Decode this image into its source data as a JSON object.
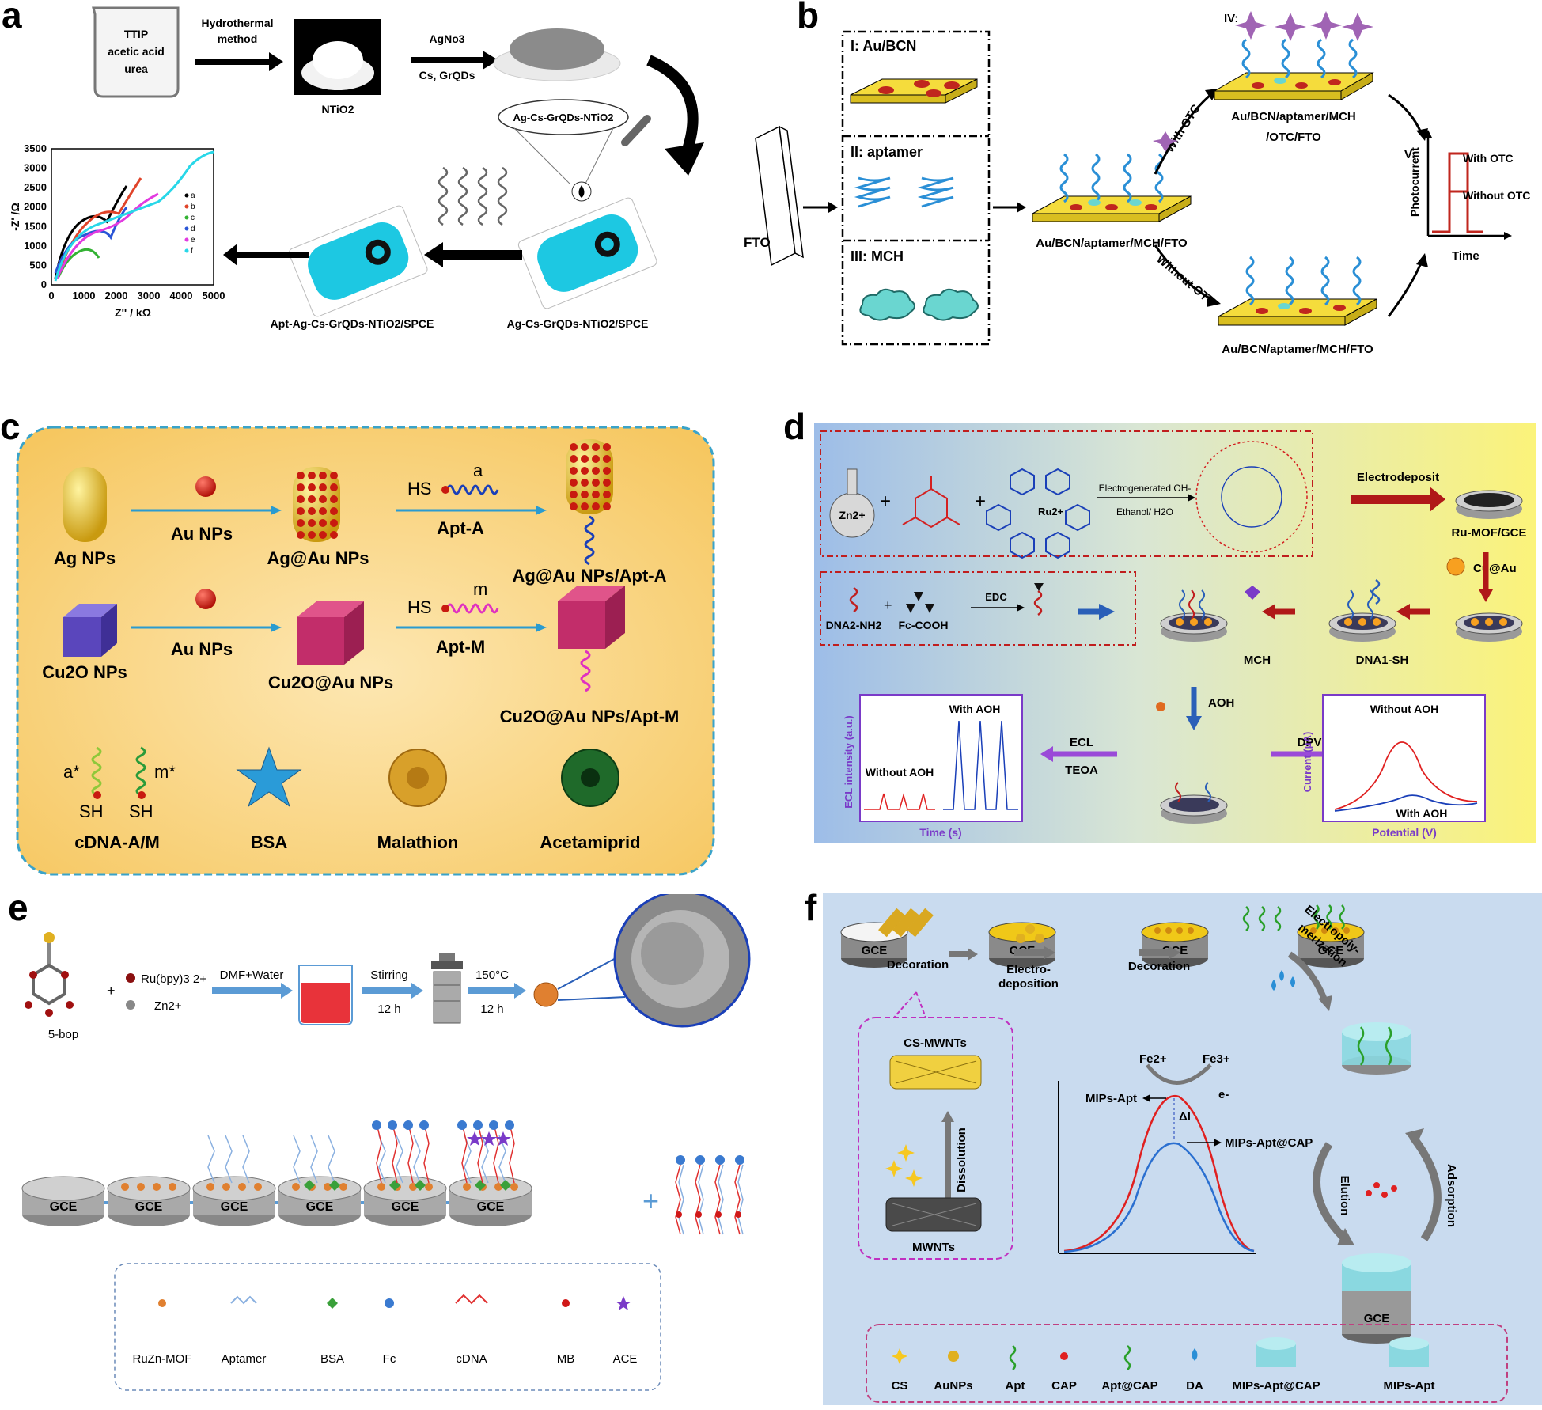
{
  "letters": {
    "a": "a",
    "b": "b",
    "c": "c",
    "d": "d",
    "e": "e",
    "f": "f"
  },
  "panel_a": {
    "beaker": [
      "TTIP",
      "acetic acid",
      "urea"
    ],
    "hydrothermal": [
      "Hydrothermal",
      "method"
    ],
    "ntio2": "NTiO2",
    "agno3": "AgNo3",
    "cs_grqds": "Cs, GrQDs",
    "bubble": "Ag-Cs-GrQDs-NTiO2",
    "spce1": "Ag-Cs-GrQDs-NTiO2/SPCE",
    "spce2": "Apt-Ag-Cs-GrQDs-NTiO2/SPCE",
    "ylabel": "-Z' /Ω",
    "xlabel": "Z'' / kΩ",
    "yticks": [
      "3500",
      "3000",
      "2500",
      "2000",
      "1500",
      "1000",
      "500",
      "0"
    ],
    "xticks": [
      "0",
      "1000",
      "2000",
      "3000",
      "4000",
      "5000"
    ],
    "legend": [
      "a",
      "b",
      "c",
      "d",
      "e",
      "f"
    ],
    "legend_colors": [
      "#000000",
      "#e0442a",
      "#33b233",
      "#2a55d6",
      "#e23ae0",
      "#28d7e8"
    ]
  },
  "panel_b": {
    "fto": "FTO",
    "step1": "I: Au/BCN",
    "step2": "II: aptamer",
    "step3": "III: MCH",
    "step4": "IV:",
    "step5": "V:",
    "mid": "Au/BCN/aptamer/MCH/FTO",
    "with_otc": "With OTC",
    "without_otc": "Without OTC",
    "top_label": [
      "Au/BCN/aptamer/MCH",
      "/OTC/FTO"
    ],
    "bottom_label": "Au/BCN/aptamer/MCH/FTO",
    "photocurrent": "Photocurrent",
    "time": "Time",
    "legend_with": "With OTC",
    "legend_without": "Without OTC"
  },
  "panel_c": {
    "ag": "Ag NPs",
    "au1": "Au NPs",
    "agau": "Ag@Au NPs",
    "hs1": "HS",
    "a": "a",
    "apta": "Apt-A",
    "agau_apt": "Ag@Au NPs/Apt-A",
    "cu2o": "Cu2O NPs",
    "au2": "Au NPs",
    "cu2oau": "Cu2O@Au NPs",
    "hs2": "HS",
    "m": "m",
    "aptm": "Apt-M",
    "cu2oau_apt": "Cu2O@Au NPs/Apt-M",
    "astar": "a*",
    "mstar": "m*",
    "sh1": "SH",
    "sh2": "SH",
    "cdna": "cDNA-A/M",
    "bsa": "BSA",
    "malathion": "Malathion",
    "acetamiprid": "Acetamiprid"
  },
  "panel_d": {
    "zn": "Zn2+",
    "ru": "Ru2+",
    "electrogen": "Electrogenerated OH-",
    "ethanol": "Ethanol/ H2O",
    "electrodeposit": "Electrodeposit",
    "rumof": "Ru-MOF/GCE",
    "cuau": "Cu@Au",
    "dna2": "DNA2-NH2",
    "fccooh": "Fc-COOH",
    "edc": "EDC",
    "mch": "MCH",
    "dna1": "DNA1-SH",
    "aoh": "AOH",
    "ecl": "ECL",
    "teoa": "TEOA",
    "dpv": "DPV",
    "ecl_ylabel": "ECL intensity (a.u.)",
    "ecl_xlabel": "Time (s)",
    "ecl_with": "With AOH",
    "ecl_without": "Without AOH",
    "dpv_ylabel": "Current (μA)",
    "dpv_xlabel": "Potential (V)",
    "dpv_without": "Without AOH",
    "dpv_with": "With AOH"
  },
  "panel_e": {
    "bop": "5-bop",
    "ru": "Ru(bpy)3 2+",
    "zn": "Zn2+",
    "dmf": "DMF+Water",
    "stirring": "Stirring",
    "h12a": "12 h",
    "temp": "150°C",
    "h12b": "12 h",
    "gce": "GCE",
    "legend": [
      "RuZn-MOF",
      "Aptamer",
      "BSA",
      "Fc",
      "cDNA",
      "MB",
      "ACE"
    ]
  },
  "panel_f": {
    "gce": "GCE",
    "decoration1": "Decoration",
    "electrodeposition": [
      "Electro-",
      "deposition"
    ],
    "decoration2": "Decoration",
    "electropoly": [
      "Electropoly-",
      "merization"
    ],
    "csmwnts": "CS-MWNTs",
    "dissolution": "Dissolution",
    "mwnts": "MWNTs",
    "fe2": "Fe2+",
    "fe3": "Fe3+",
    "e": "e-",
    "mipsapt": "MIPs-Apt",
    "deltai": "ΔI",
    "mipsaptcap": "MIPs-Apt@CAP",
    "elution": "Elution",
    "adsorption": "Adsorption",
    "legend": [
      "CS",
      "AuNPs",
      "Apt",
      "CAP",
      "Apt@CAP",
      "DA",
      "MIPs-Apt@CAP",
      "MIPs-Apt"
    ]
  }
}
